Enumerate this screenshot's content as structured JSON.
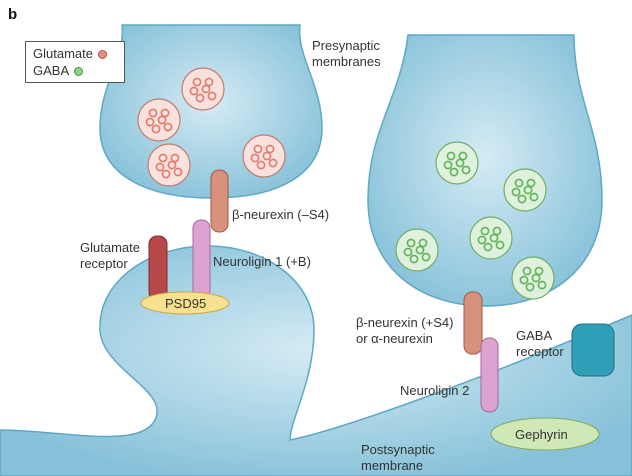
{
  "panel_letter": "b",
  "legend": {
    "items": [
      {
        "label": "Glutamate",
        "color": "#ef8a7c"
      },
      {
        "label": "GABA",
        "color": "#8fd08a"
      }
    ]
  },
  "labels": {
    "presynaptic": [
      "Presynaptic",
      "membranes"
    ],
    "postsynaptic": [
      "Postsynaptic",
      "membrane"
    ],
    "beta_neurexin_s4_minus": "β-neurexin (–S4)",
    "glutamate_receptor": [
      "Glutamate",
      "receptor"
    ],
    "neuroligin1": "Neuroligin 1 (+B)",
    "psd95": "PSD95",
    "beta_neurexin_s4_plus": [
      "β-neurexin (+S4)",
      "or α-neurexin"
    ],
    "gaba_receptor": [
      "GABA",
      "receptor"
    ],
    "neuroligin2": "Neuroligin 2",
    "gephyrin": "Gephyrin"
  },
  "colors": {
    "membrane": "#6fb4cf",
    "membrane_fill": "#a9d4e6",
    "glutamate_vesicle": "#f9e2de",
    "glutamate_dot": "#e07a6a",
    "gaba_vesicle": "#dff0dc",
    "gaba_dot": "#5fb35a",
    "neurexin": "#d8927c",
    "neuroligin": "#dca3d0",
    "glutamate_receptor": "#b8474a",
    "psd95": "#f7e08f",
    "gaba_receptor": "#2f9fb7",
    "gephyrin": "#cfe8b5"
  }
}
